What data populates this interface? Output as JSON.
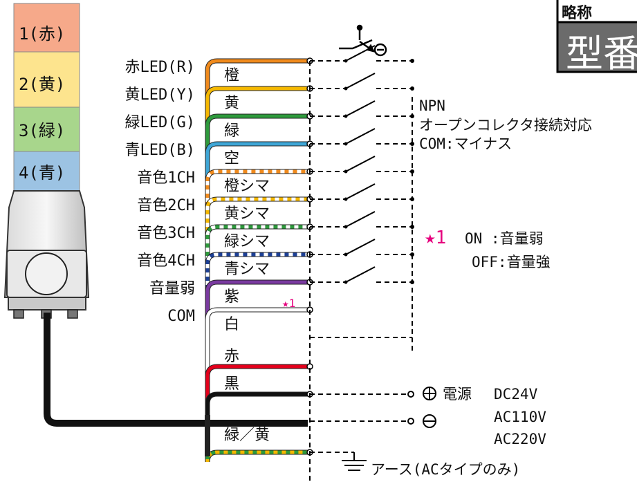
{
  "header": {
    "caption": "略称",
    "model": "型番"
  },
  "tower": {
    "tiers": [
      "1(赤)",
      "2(黄)",
      "3(緑)",
      "4(青)"
    ]
  },
  "functions": [
    "赤LED(R)",
    "黄LED(Y)",
    "緑LED(G)",
    "青LED(B)",
    "音色1CH",
    "音色2CH",
    "音色3CH",
    "音色4CH",
    "音量弱",
    "COM"
  ],
  "wires": [
    {
      "label": "橙",
      "color": "#f08a1c",
      "stripe": ""
    },
    {
      "label": "黄",
      "color": "#f5b800",
      "stripe": ""
    },
    {
      "label": "緑",
      "color": "#2e9a3c",
      "stripe": ""
    },
    {
      "label": "空",
      "color": "#3ea6d6",
      "stripe": ""
    },
    {
      "label": "橙シマ",
      "color": "#f08a1c",
      "stripe": "#ffffff"
    },
    {
      "label": "黄シマ",
      "color": "#f5b800",
      "stripe": "#ffffff"
    },
    {
      "label": "緑シマ",
      "color": "#2e9a3c",
      "stripe": "#ffffff"
    },
    {
      "label": "青シマ",
      "color": "#1c3f94",
      "stripe": "#ffffff"
    },
    {
      "label": "紫",
      "color": "#7a3aa0",
      "stripe": ""
    },
    {
      "label": "白",
      "color": "#ffffff",
      "stripe": ""
    },
    {
      "label": "赤",
      "color": "#e3001b",
      "stripe": ""
    },
    {
      "label": "黒",
      "color": "#111111",
      "stripe": ""
    },
    {
      "label": "緑／黄",
      "color": "#2e9a3c",
      "stripe": "#f5b800"
    }
  ],
  "notes": {
    "npn": [
      "NPN",
      "オープンコレクタ接続対応",
      "COM:マイナス"
    ],
    "star": {
      "marker": "★1",
      "on": "ON :音量弱",
      "off": "OFF:音量強",
      "small": "★1"
    }
  },
  "power": {
    "label": "電源",
    "voltages": [
      "DC24V",
      "AC110V",
      "AC220V"
    ],
    "earth": "アース(ACタイプのみ)"
  }
}
